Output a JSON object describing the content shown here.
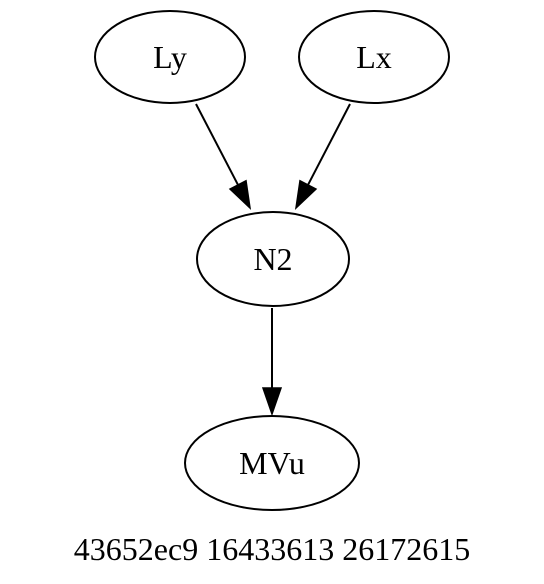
{
  "graph": {
    "nodes": [
      {
        "id": "Ly",
        "label": "Ly"
      },
      {
        "id": "Lx",
        "label": "Lx"
      },
      {
        "id": "N2",
        "label": "N2"
      },
      {
        "id": "MVu",
        "label": "MVu"
      }
    ],
    "edges": [
      {
        "from": "Ly",
        "to": "N2"
      },
      {
        "from": "Lx",
        "to": "N2"
      },
      {
        "from": "N2",
        "to": "MVu"
      }
    ]
  },
  "caption": "43652ec9 16433613 26172615"
}
